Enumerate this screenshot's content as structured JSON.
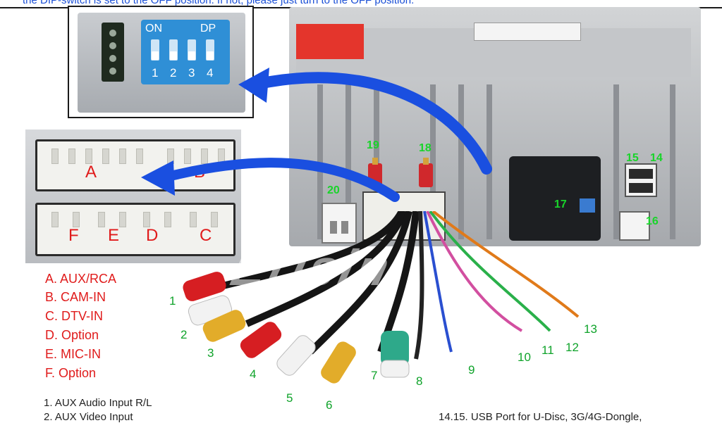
{
  "top_note": "the DIP-switch is set to the OFF position. If not, please just turn to the OFF position.",
  "dip": {
    "on_label": "ON",
    "dp_label": "DP",
    "numbers": [
      "1",
      "2",
      "3",
      "4"
    ]
  },
  "connector_letters": [
    "A",
    "B",
    "F",
    "E",
    "D",
    "C"
  ],
  "port_numbers": {
    "n19": "19",
    "n18": "18",
    "n20": "20",
    "n17": "17",
    "n15": "15",
    "n14": "14",
    "n16": "16"
  },
  "watermark": "Erisin",
  "legend_letters": [
    "A. AUX/RCA",
    "B. CAM-IN",
    "C. DTV-IN",
    "D. Option",
    "E. MIC-IN",
    "F. Option"
  ],
  "cable_numbers": [
    "1",
    "2",
    "3",
    "4",
    "5",
    "6",
    "7",
    "8",
    "9",
    "10",
    "11",
    "12",
    "13"
  ],
  "descriptions": {
    "d1": "1. AUX Audio Input R/L",
    "d2": "2. AUX Video Input",
    "d14": "14.15. USB Port for U-Disc, 3G/4G-Dongle,"
  },
  "colors": {
    "arrow": "#1a4fe0",
    "label_red": "#e01b1b",
    "label_green": "#19d42a"
  }
}
